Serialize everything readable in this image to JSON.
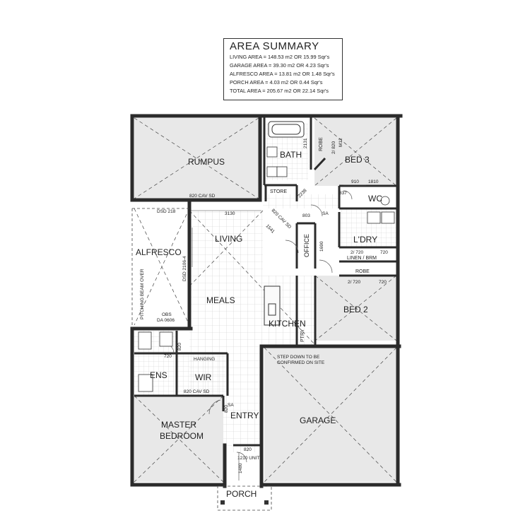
{
  "area_summary": {
    "title": "AREA SUMMARY",
    "lines": [
      "LIVING AREA = 148.53 m2 OR 15.99 Sqr's",
      "GARAGE AREA = 39.30 m2 OR 4.23 Sqr's",
      "ALFRESCO AREA = 13.81 m2 OR 1.48 Sqr's",
      "PORCH AREA = 4.03 m2 OR 0.44 Sqr's",
      "TOTAL AREA = 205.67 m2 OR 22.14 Sqr's"
    ]
  },
  "rooms": {
    "rumpus": "RUMPUS",
    "bath": "BATH",
    "bed3": "BED 3",
    "store": "STORE",
    "wc": "WC",
    "ldry": "L'DRY",
    "linen": "LINEN / BRM",
    "robe": "ROBE",
    "robe_bed3": "ROBE",
    "bed2": "BED 2",
    "living": "LIVING",
    "office": "OFFICE",
    "alfresco": "ALFRESCO",
    "meals": "MEALS",
    "kitchen": "KITCHEN",
    "ptry": "PTRY",
    "ens": "ENS",
    "wir": "WIR",
    "hanging": "HANGING",
    "entry": "ENTRY",
    "garage": "GARAGE",
    "master_line1": "MASTER",
    "master_line2": "BEDROOM",
    "porch": "PORCH"
  },
  "annotations": {
    "cav_rumpus": "820 CAV SD",
    "cav_wir": "820 CAV SD",
    "cav_hall": "820 CAV SD",
    "dsd_218": "DSD 218",
    "dsd_2106": "DSD 2106-4",
    "pitching_beam": "PITCHING BEAM OVER",
    "obs": "OBS",
    "da": "DA 0606",
    "step_down_1": "STEP DOWN TO BE",
    "step_down_2": "CONFIRMED ON SITE",
    "unit": "1210 UNIT",
    "sa_hall": "SA",
    "sa_entry": "SA",
    "d_3130": "3130",
    "d_2238": "2238",
    "d_803": "803",
    "d_1541": "1541",
    "d_1690": "1690",
    "d_837": "837",
    "d_910": "910",
    "d_1810": "1810",
    "d_2_720_a": "2/ 720",
    "d_720_a": "720",
    "d_2_720_b": "2/ 720",
    "d_720_b": "720",
    "d_2_820": "2/ 820",
    "d_m12": "M12",
    "d_2131": "2131",
    "d_720_ens": "720",
    "d_820_wir": "820",
    "d_820_entry": "820",
    "d_820_porch": "820",
    "d_1480": "1480"
  },
  "colors": {
    "wall": "#2b2b2b",
    "room_fill": "#e8e8e8",
    "tile_grid": "#c9c9c9",
    "outline": "#333333"
  }
}
